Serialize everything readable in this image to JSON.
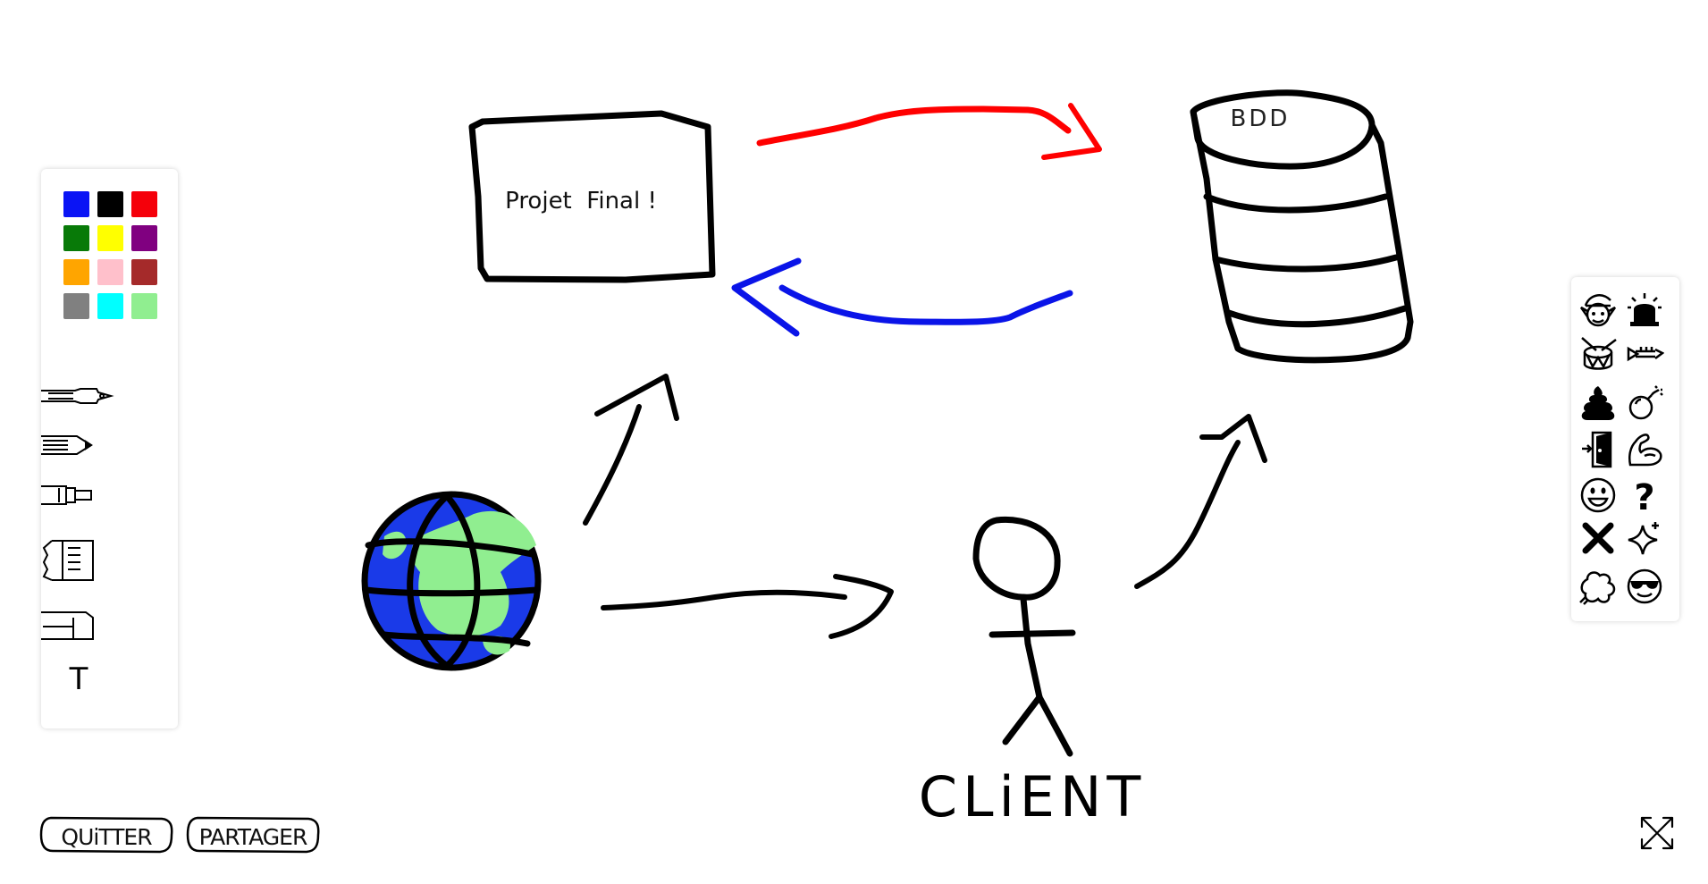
{
  "canvas": {
    "box_label": "Projet  Final !",
    "db_label": "BDD",
    "client_label": "CLiENT"
  },
  "palette": {
    "colors": [
      "#0a14f5",
      "#000000",
      "#f5000a",
      "#087a08",
      "#ffff00",
      "#800080",
      "#ffa500",
      "#ffc0cb",
      "#a52a2a",
      "#808080",
      "#00ffff",
      "#90ee90"
    ]
  },
  "tools": {
    "names": [
      "fountain-pen-icon",
      "pencil-icon",
      "marker-icon",
      "eraser-block-icon",
      "eraser-icon",
      "text-icon"
    ],
    "text_tool_label": "T"
  },
  "emojis": {
    "names": [
      "elf-icon",
      "siren-icon",
      "drum-icon",
      "trumpet-icon",
      "poop-icon",
      "bomb-icon",
      "door-icon",
      "muscle-icon",
      "smile-icon",
      "question-icon",
      "cross-icon",
      "sparkle-icon",
      "cloud-puff-icon",
      "sunglasses-icon"
    ],
    "question_glyph": "?"
  },
  "buttons": {
    "quit_label": "QUiTTER",
    "share_label": "PARTAGER"
  },
  "colors": {
    "red_arrow": "#ff0000",
    "blue_arrow": "#0a14e8",
    "globe_ocean": "#1a3ae8",
    "globe_land": "#90ee90",
    "ink": "#000000"
  }
}
